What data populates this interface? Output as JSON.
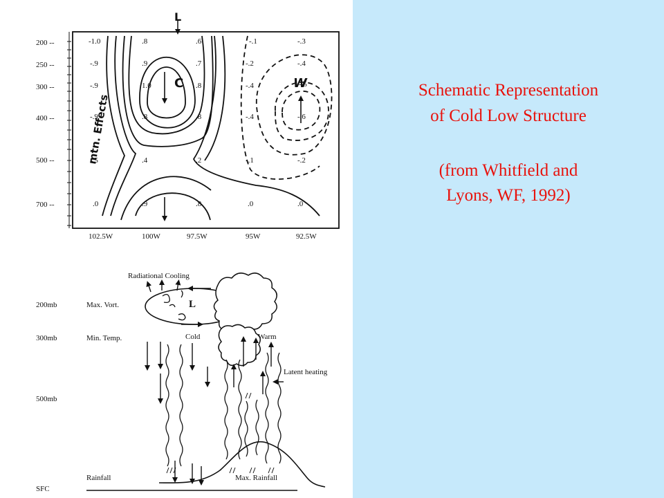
{
  "slide": {
    "background_left": "#ffffff",
    "background_right": "#c6e9fb",
    "text_color": "#e8120c"
  },
  "caption": {
    "line1": "Schematic Representation",
    "line2": "of Cold Low Structure",
    "line3": "(from Whitfield and",
    "line4": "Lyons, WF, 1992)"
  },
  "top_diagram": {
    "pressure_levels": [
      "200 --",
      "250 --",
      "300 --",
      "400 --",
      "500 --",
      "700 --"
    ],
    "longitudes": [
      "102.5W",
      "100W",
      "97.5W",
      "95W",
      "92.5W"
    ],
    "low_marker": "L",
    "cold_marker": "C",
    "warm_marker": "W",
    "side_note": "mtn. Effects",
    "contour_values": {
      "row_200": [
        "-1.0",
        ".8",
        ".6",
        "-.1",
        "-.3"
      ],
      "row_250": [
        "-.9",
        ".9",
        ".7",
        "-.2",
        "-.4"
      ],
      "row_300": [
        "-.9",
        "1.0",
        ".8",
        "-.4",
        "-.5"
      ],
      "row_400": [
        "-.9",
        ".8",
        ".8",
        "-.4",
        "-.6"
      ],
      "row_500": [
        "-.5",
        ".4",
        ".2",
        "-.1",
        "-.2"
      ],
      "row_700": [
        ".0",
        ".9",
        ".8",
        ".0",
        ".0"
      ]
    }
  },
  "bottom_diagram": {
    "levels": [
      "200mb",
      "300mb",
      "500mb",
      "SFC"
    ],
    "labels": {
      "radiational_cooling": "Radiational Cooling",
      "max_vort": "Max. Vort.",
      "min_temp": "Min. Temp.",
      "cold": "Cold",
      "warm": "Warm",
      "latent_heating": "Latent heating",
      "rainfall": "Rainfall",
      "max_rainfall": "Max. Rainfall",
      "low": "L"
    }
  }
}
